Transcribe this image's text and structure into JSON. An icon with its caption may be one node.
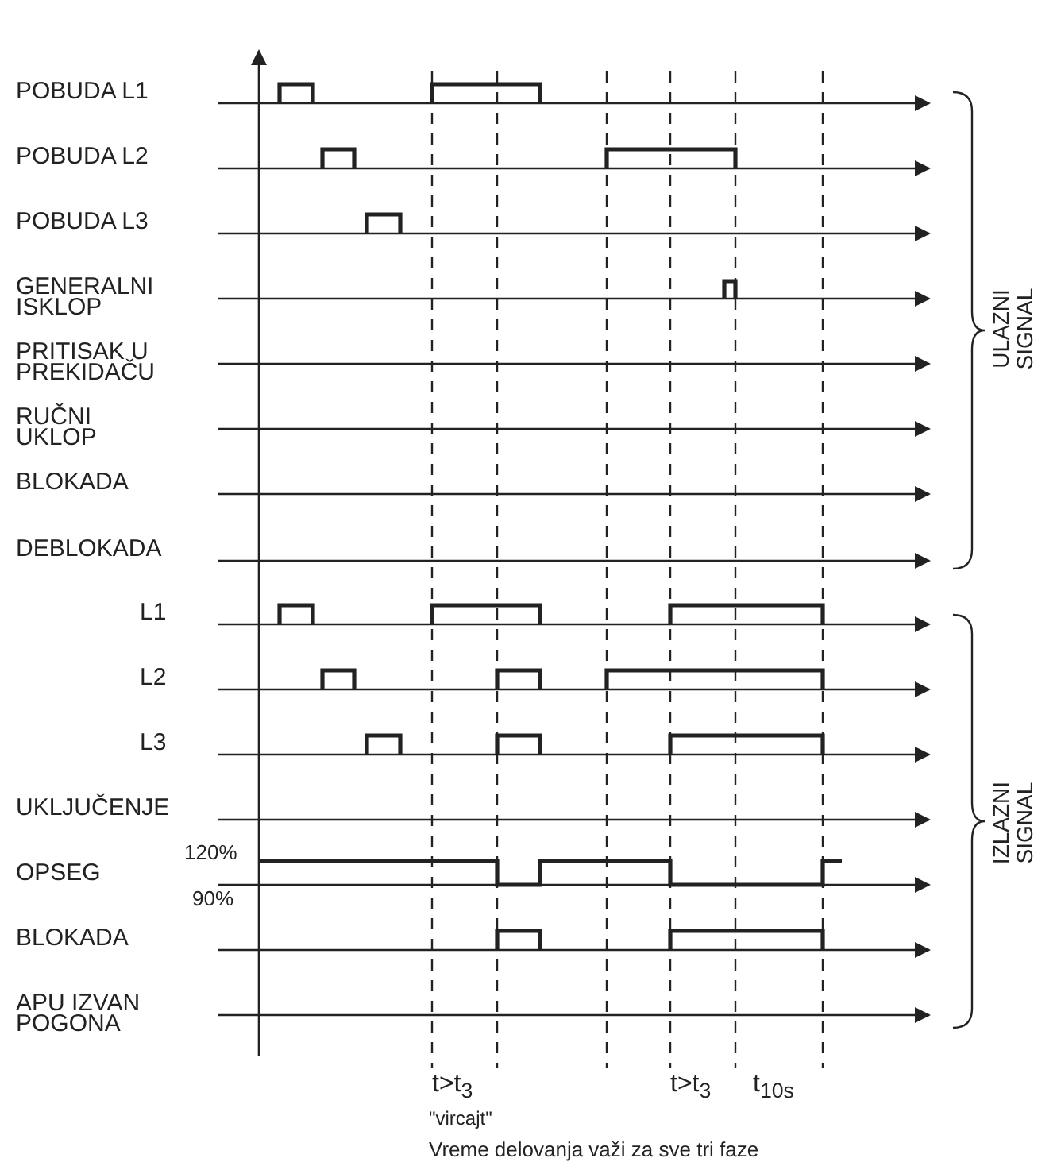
{
  "diagram": {
    "caption": "Vreme delovanja važi za sve tri faze",
    "labels": [
      "POBUDA L1",
      "POBUDA L2",
      "POBUDA L3",
      "GENERALNI ISKLOP",
      "PRITISAK U PREKIDAČU",
      "RUČNI UKLOP",
      "BLOKADA",
      "DEBLOKADA",
      "L1",
      "L2",
      "L3",
      "UKLJUČENJE",
      "OPSEG",
      "120%",
      "90%",
      "BLOKADA",
      "APU IZVAN POGONA",
      "ULAZNI SIGNAL",
      "IZLAZNI SIGNAL",
      "t>t$_{3}$",
      "\"vircajt\"",
      "t>t$_{3}$",
      "t$_{10s}$"
    ]
  }
}
